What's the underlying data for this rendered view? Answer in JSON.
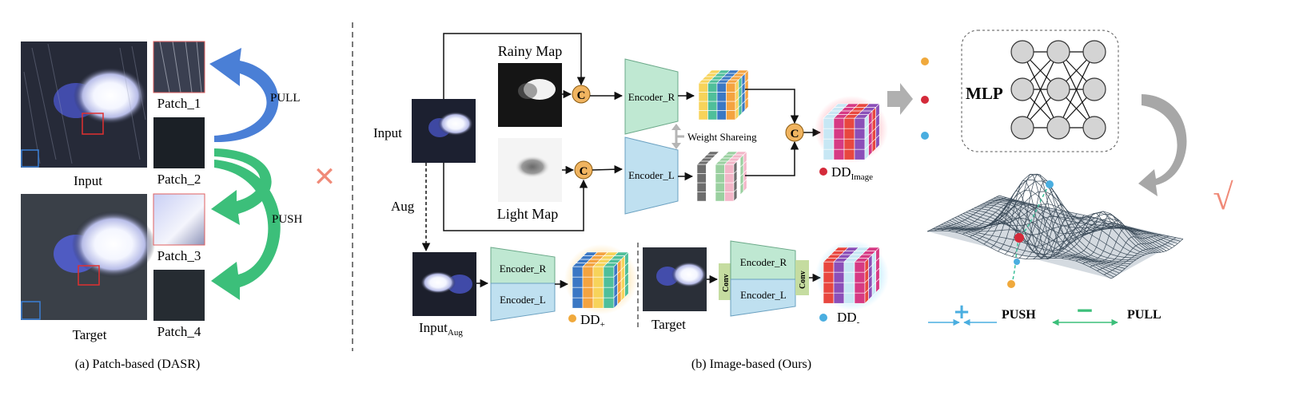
{
  "left_panel": {
    "input_label": "Input",
    "target_label": "Target",
    "patches": [
      "Patch_1",
      "Patch_2",
      "Patch_3",
      "Patch_4"
    ],
    "pull_label": "PULL",
    "push_label": "PUSH",
    "wrong_mark": "✕",
    "caption": "(a) Patch-based (DASR)"
  },
  "right_panel": {
    "rainy_map_label": "Rainy Map",
    "light_map_label": "Light Map",
    "input_label": "Input",
    "aug_label": "Aug",
    "concat_symbol": "C",
    "encoder_r": "Encoder_R",
    "encoder_l": "Encoder_L",
    "weight_sharing": "Weight Shareing",
    "dd_image": {
      "main": "DD",
      "sub": "Image"
    },
    "input_aug": {
      "main": "Input",
      "sub": "Aug"
    },
    "dd_plus": {
      "main": "DD",
      "sub": "+"
    },
    "target_label": "Target",
    "conv_label": "Conv",
    "dd_minus": {
      "main": "DD",
      "sub": "-"
    },
    "caption": "(b) Image-based  (Ours)"
  },
  "mlp_panel": {
    "mlp_label": "MLP",
    "push_sign": "+",
    "push_label": "PUSH",
    "pull_sign": "−",
    "pull_label": "PULL",
    "check_mark": "√"
  },
  "colors": {
    "pull_arrow": "#4a7fd6",
    "push_arrow": "#3cbf7a",
    "encoder_r_fill": "#bfe8d2",
    "encoder_l_fill": "#bfe0f0",
    "concat_fill": "#f0b460",
    "dd_image_dot": "#d42a3a",
    "dd_plus_dot": "#f0a93c",
    "dd_minus_dot": "#4aaee0",
    "cross": "#f08a78",
    "check": "#f08a78"
  }
}
